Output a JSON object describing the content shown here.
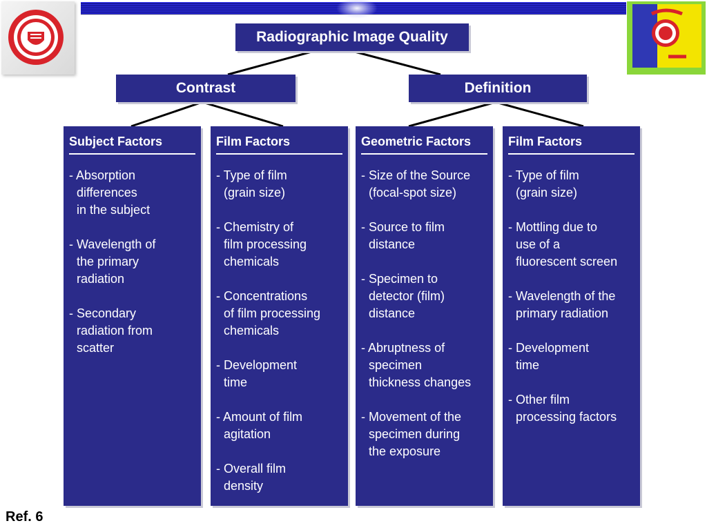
{
  "diagram": {
    "title": "Radiographic Image Quality",
    "branches": [
      {
        "label": "Contrast",
        "groups": [
          {
            "heading": "Subject Factors",
            "items": [
              "Absorption\ndifferences\nin the subject",
              "Wavelength of\nthe primary\nradiation",
              "Secondary\nradiation from\nscatter"
            ]
          },
          {
            "heading": "Film Factors",
            "items": [
              "Type of film\n(grain size)",
              "Chemistry of\nfilm processing\nchemicals",
              "Concentrations\nof film processing\nchemicals",
              "Development\ntime",
              "Amount of film\nagitation",
              "Overall film\ndensity"
            ]
          }
        ]
      },
      {
        "label": "Definition",
        "groups": [
          {
            "heading": "Geometric Factors",
            "items": [
              "Size of the Source\n(focal-spot size)",
              "Source to film\ndistance",
              "Specimen to\ndetector (film)\ndistance",
              "Abruptness of\nspecimen\nthickness changes",
              "Movement of the\nspecimen during\nthe exposure"
            ]
          },
          {
            "heading": "Film Factors",
            "items": [
              "Type of film\n(grain size)",
              "Mottling due to\nuse of a\nfluorescent screen",
              "Wavelength of the\nprimary radiation",
              "Development\ntime",
              "Other film\nprocessing factors"
            ]
          }
        ]
      }
    ]
  },
  "footer": {
    "ref": "Ref. 6"
  },
  "colors": {
    "box": "#2b2b8a",
    "text": "#ffffff",
    "line": "#000000"
  },
  "logos": {
    "left": "university-seal-icon",
    "right": "college-flag-logo-icon"
  }
}
